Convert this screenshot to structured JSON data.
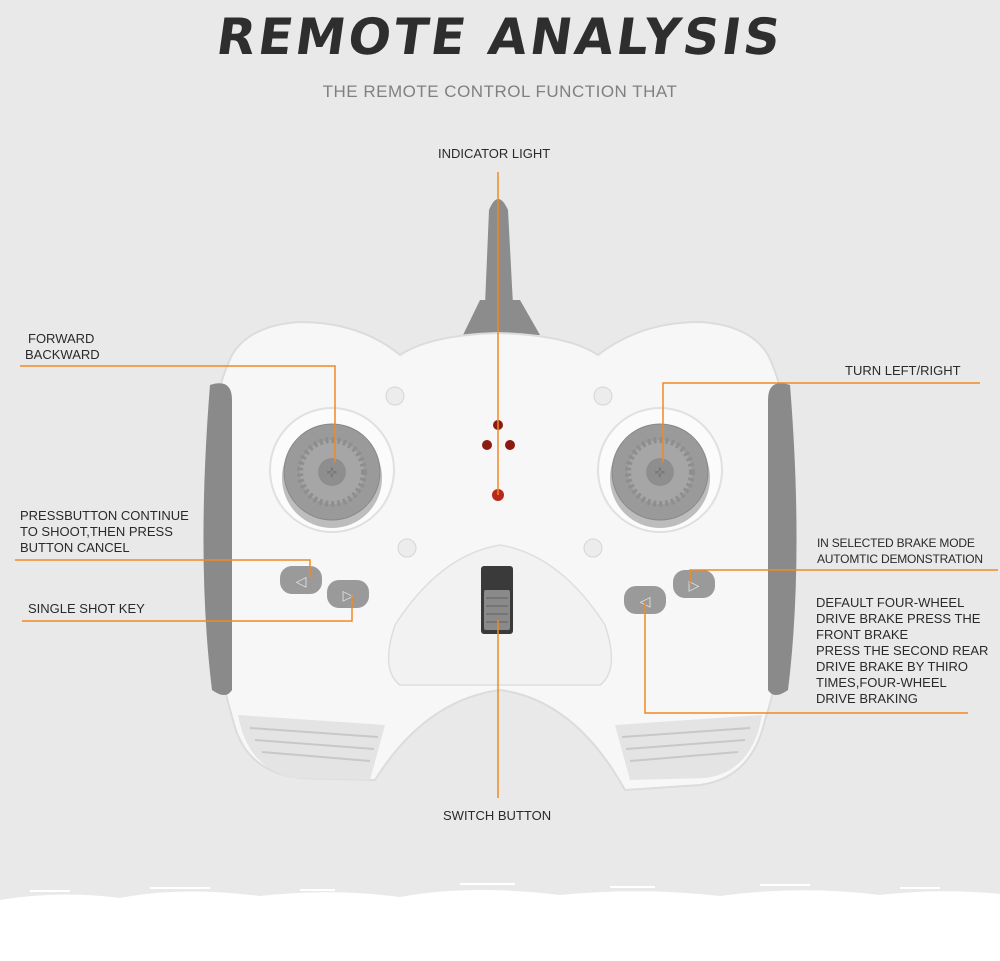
{
  "header": {
    "title": "REMOTE  ANALYSIS",
    "subtitle": "THE REMOTE CONTROL FUNCTION THAT"
  },
  "callouts": {
    "indicator": {
      "lines": [
        "INDICATOR LIGHT"
      ]
    },
    "forward": {
      "lines": [
        "FORWARD",
        "BACKWARD"
      ]
    },
    "turn": {
      "lines": [
        "TURN LEFT/RIGHT"
      ]
    },
    "continuous": {
      "lines": [
        "PRESSBUTTON CONTINUE",
        "TO SHOOT,THEN PRESS",
        "BUTTON CANCEL"
      ]
    },
    "single": {
      "lines": [
        "SINGLE SHOT KEY"
      ]
    },
    "brake_mode": {
      "lines": [
        "IN SELECTED BRAKE MODE",
        "AUTOMTIC DEMONSTRATION"
      ]
    },
    "brake_default": {
      "lines": [
        "DEFAULT FOUR-WHEEL",
        "DRIVE BRAKE PRESS THE",
        "FRONT BRAKE",
        "PRESS THE SECOND REAR",
        "DRIVE BRAKE BY THIRO",
        "TIMES,FOUR-WHEEL",
        "DRIVE BRAKING"
      ]
    },
    "switch": {
      "lines": [
        "SWITCH BUTTON"
      ]
    }
  },
  "colors": {
    "leader": "#f08a24",
    "shell": "#f7f7f7",
    "grip": "#8a8a8a",
    "antenna": "#8c8c8c",
    "led": "#8b1a10",
    "background": "#e9e9ea"
  }
}
